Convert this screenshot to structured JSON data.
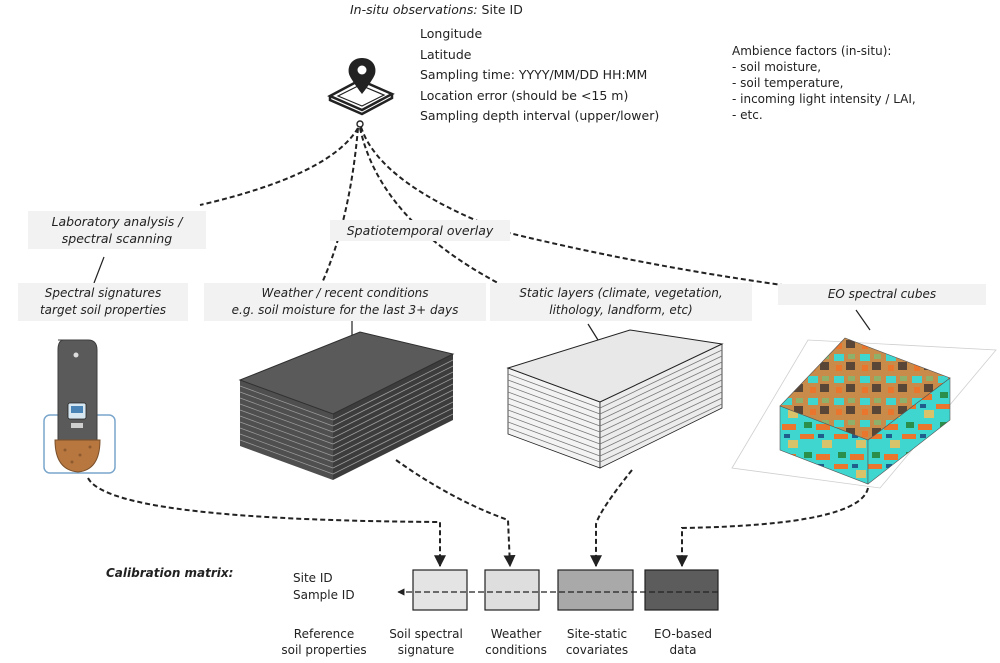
{
  "header": {
    "title_italic": "In-situ observations:",
    "title_rest": " Site ID",
    "fields": [
      "Longitude",
      "Latitude",
      "Sampling time: YYYY/MM/DD HH:MM",
      "Location error (should be <15 m)",
      "Sampling depth interval (upper/lower)"
    ]
  },
  "ambience": {
    "title": "Ambience factors (in-situ):",
    "items": [
      "- soil moisture,",
      "- soil temperature,",
      "- incoming light intensity / LAI,",
      "- etc."
    ]
  },
  "labels": {
    "lab_line1": "Laboratory analysis /",
    "lab_line2": "spectral scanning",
    "overlay": "Spatiotemporal overlay",
    "spectral_line1": "Spectral signatures",
    "spectral_line2": "target soil properties",
    "weather_line1": "Weather / recent conditions",
    "weather_line2": "e.g. soil moisture for the last 3+ days",
    "static_line1": "Static layers (climate, vegetation,",
    "static_line2": "lithology, landform, etc)",
    "eo": "EO spectral cubes"
  },
  "calibration": {
    "title": "Calibration matrix:",
    "ids": [
      "Site ID",
      "Sample ID"
    ],
    "columns": [
      {
        "line1": "Reference",
        "line2": "soil properties",
        "color": "#ffffff"
      },
      {
        "line1": "Soil spectral",
        "line2": "signature",
        "color": "#e4e4e4"
      },
      {
        "line1": "Weather",
        "line2": "conditions",
        "color": "#dedede"
      },
      {
        "line1": "Site-static",
        "line2": "covariates",
        "color": "#a9a9a9"
      },
      {
        "line1": "EO-based",
        "line2": "data",
        "color": "#5c5c5c"
      }
    ]
  },
  "colors": {
    "dark_stack": "#4f4f4f",
    "light_stack": "#e8e8e8",
    "eo_cyan": "#3fd6d0",
    "eo_orange": "#e9762c",
    "scanner_body": "#5a5a5a",
    "soil": "#b7773f"
  },
  "icons": [
    "location-pin-icon",
    "smartphone-icon",
    "spectral-scanner-icon",
    "soil-sample-icon"
  ]
}
